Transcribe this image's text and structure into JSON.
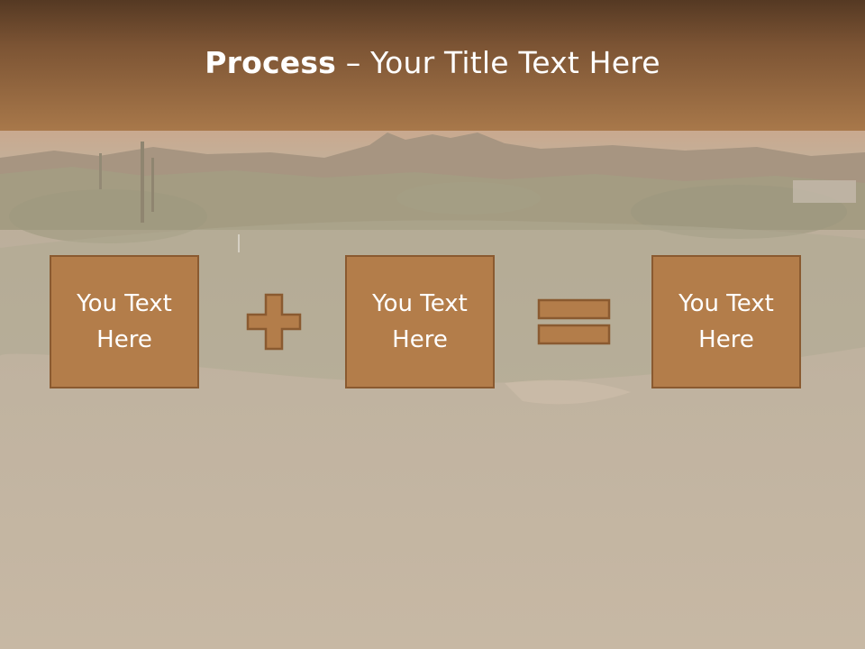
{
  "slide": {
    "title_bold": "Process",
    "title_rest": " – Your Title Text Here"
  },
  "process": {
    "boxes": [
      {
        "line1": "You Text",
        "line2": "Here"
      },
      {
        "line1": "You Text",
        "line2": "Here"
      },
      {
        "line1": "You Text",
        "line2": "Here"
      }
    ],
    "operators": [
      "plus-icon",
      "equals-icon"
    ]
  },
  "colors": {
    "header_top": "#553923",
    "header_bottom": "#a8784a",
    "box_fill": "#b37d4a",
    "box_border": "#8a5a30",
    "title_text": "#ffffff"
  }
}
